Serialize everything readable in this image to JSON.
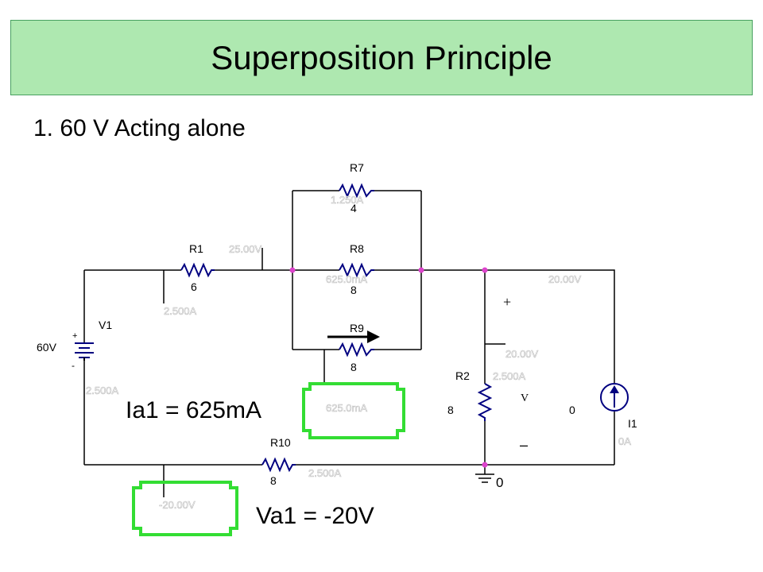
{
  "slide": {
    "title": "Superposition Principle",
    "subtitle": "1.  60 V Acting alone"
  },
  "circuit": {
    "source_value": "60V",
    "source_name": "V1",
    "source_plus": "+",
    "source_minus": "-",
    "r1_name": "R1",
    "r1_value": "6",
    "r7_name": "R7",
    "r7_value": "4",
    "r8_name": "R8",
    "r8_value": "8",
    "r9_name": "R9",
    "r9_value": "8",
    "r10_name": "R10",
    "r10_value": "8",
    "r2_name": "R2",
    "r2_value": "8",
    "i1_name": "I1",
    "i1_value": "0",
    "ground_label": "0",
    "plus_sign": "+",
    "minus_sign": "–",
    "voltage_symbol": "V"
  },
  "ghost_labels": {
    "node_voltage_top": "25.00V",
    "r1_current": "2.500A",
    "source_current": "2.500A",
    "r7_current": "1.250A",
    "r8_current": "625.0mA",
    "r9_current": "625.0mA",
    "right_node_voltage": "20.00V",
    "r2_node_voltage": "20.00V",
    "r2_current": "2.500A",
    "i1_current": "0A",
    "r10_current": "2.500A",
    "bottom_node_voltage": "-20.00V"
  },
  "results": {
    "current_label": "Ia1 = 625mA",
    "voltage_label": "Va1 = -20V"
  },
  "colors": {
    "title_bg": "#aee8b0",
    "highlight": "#33dd33",
    "node_dot": "#dd44cc",
    "wire": "#000000",
    "resistor": "#000080",
    "source": "#000080"
  }
}
